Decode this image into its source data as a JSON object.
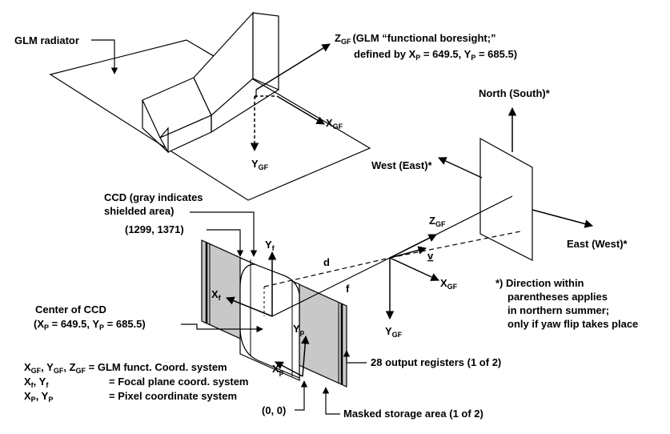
{
  "labels": {
    "glm_radiator": "GLM radiator",
    "zgf_main": "Z",
    "gf": "GF",
    "zgf_desc_1": "(GLM “functional boresight;”",
    "zgf_desc_2a": "defined by X",
    "zgf_desc_2b": " = 649.5, Y",
    "zgf_desc_2c": " = 685.5)",
    "p": "P",
    "x": "X",
    "y": "Y",
    "z": "Z",
    "f": "f",
    "p_lower": "p",
    "north": "North (South)*",
    "west": "West (East)*",
    "east": "East (West)*",
    "ccd_1": "CCD (gray indicates",
    "ccd_2": "shielded area)",
    "corner": "(1299, 1371)",
    "d": "d",
    "f_label": "f",
    "v": "v",
    "center_1": "Center of CCD",
    "center_2a": "(X",
    "center_2b": " = 649.5, Y",
    "center_2c": " = 685.5)",
    "note_1": "*) Direction within",
    "note_2": "parentheses applies",
    "note_3": "in northern summer;",
    "note_4": "only if yaw flip takes place",
    "legend_1a": "X",
    "legend_1b": ", Y",
    "legend_1c": ", Z",
    "legend_1d": " = GLM funct. Coord. system",
    "legend_2a": "X",
    "legend_2b": ", Y",
    "legend_2d": "= Focal plane coord. system",
    "legend_3a": "X",
    "legend_3b": ", Y",
    "legend_3d": "= Pixel coordinate system",
    "output_registers": "28 output registers (1 of 2)",
    "origin": "(0, 0)",
    "masked": "Masked storage area (1 of 2)"
  }
}
